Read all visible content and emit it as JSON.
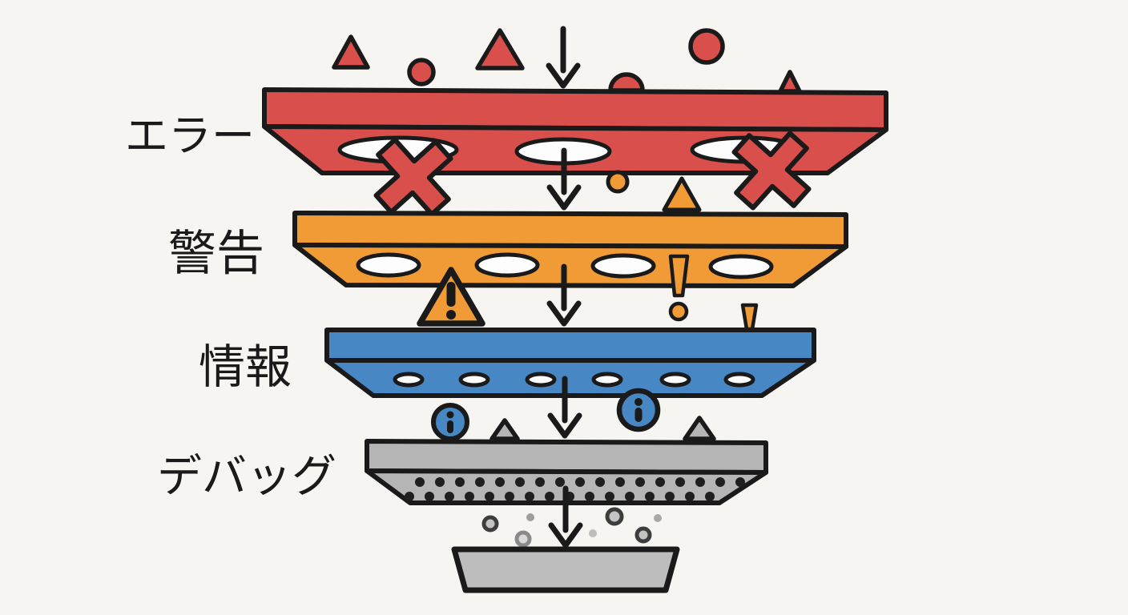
{
  "diagram": {
    "background_color": "#f7f5f2",
    "outline_color": "#1a1a1a",
    "hole_color": "#fdfdfd",
    "levels": {
      "error": {
        "label": "エラー",
        "color": "#d94f4b"
      },
      "warning": {
        "label": "警告",
        "color": "#f19b37"
      },
      "info": {
        "label": "情報",
        "color": "#4787c3"
      },
      "debug": {
        "label": "デバッグ",
        "color": "#b5b5b6"
      }
    },
    "tray_color": "#bdbdbd",
    "arrow_count": "5"
  }
}
